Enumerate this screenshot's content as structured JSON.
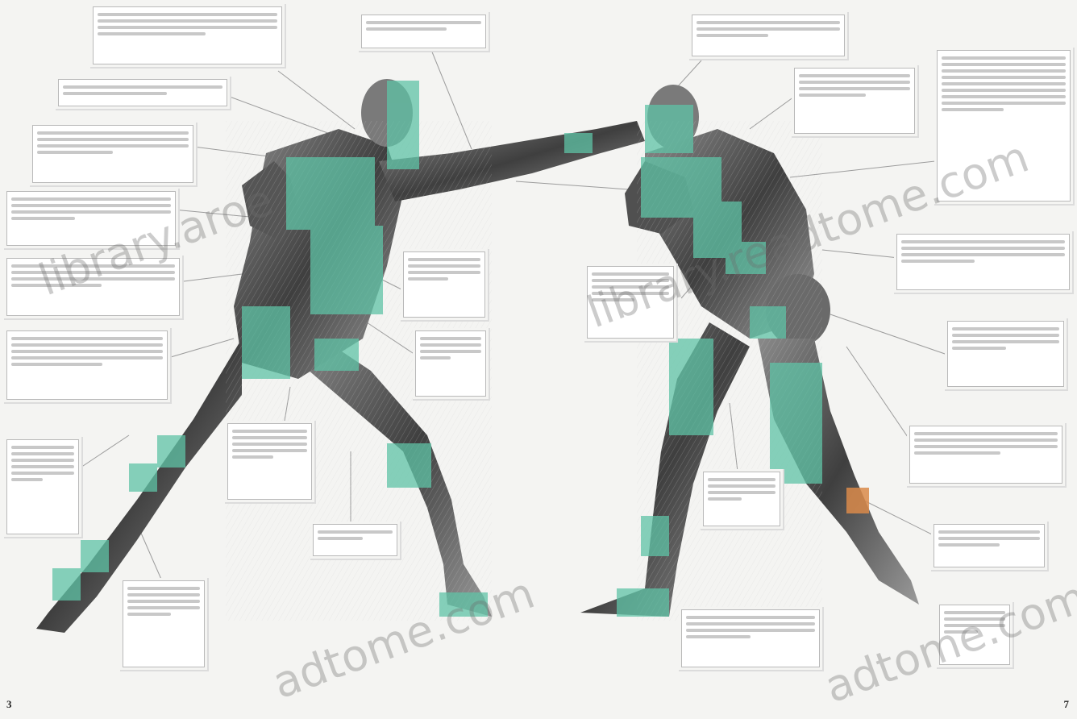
{
  "diagram": {
    "colors": {
      "background": "#f4f4f2",
      "muscle_dark": "#3d3d3d",
      "muscle_light": "#a8a8a8",
      "highlight_green": "#5fc3a6",
      "highlight_orange": "#d9894a",
      "callout_border": "#b9b9b9",
      "leader_line": "#9c9c9c"
    }
  },
  "watermarks": {
    "wm1": "library.aroe",
    "wm2": "library.readtome.com",
    "wm3": "adtome.com",
    "wm4": "adtome.com"
  },
  "pages": {
    "left_number": "3",
    "right_number": "7"
  }
}
